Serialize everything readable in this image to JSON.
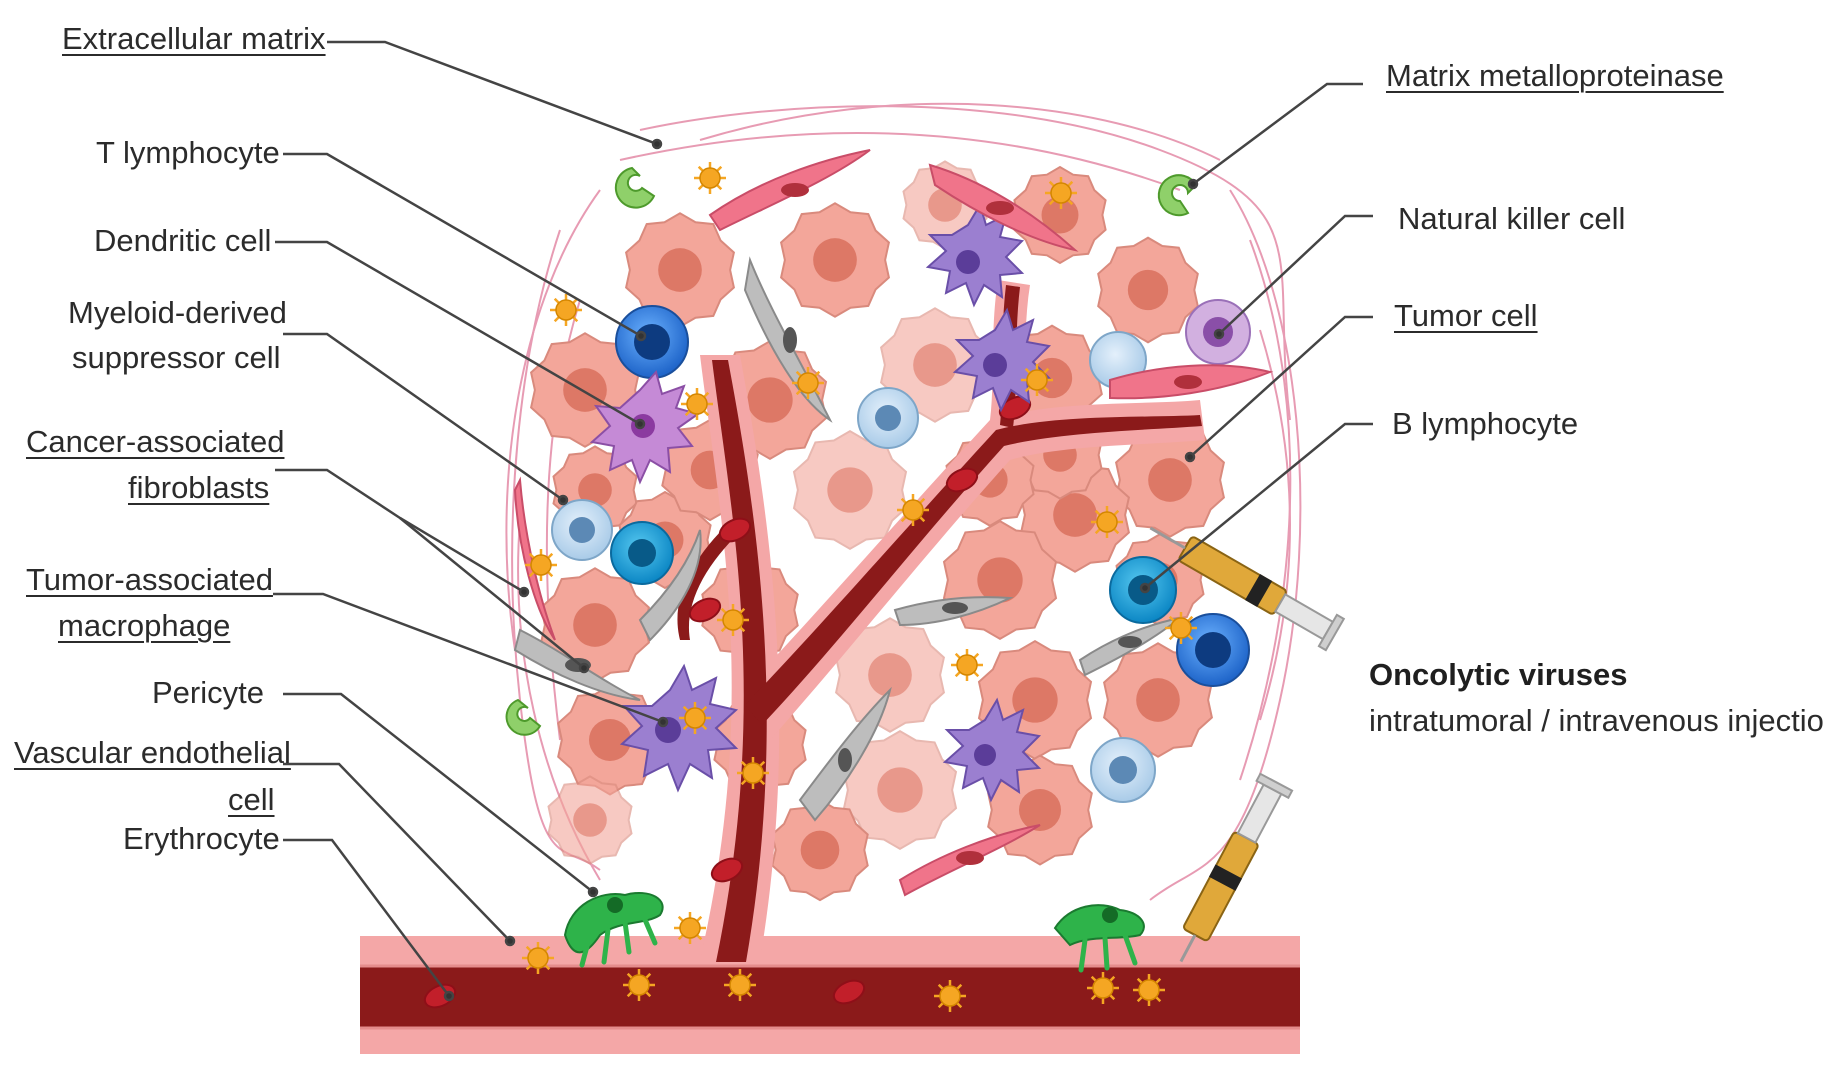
{
  "labels": {
    "extracellular_matrix": "Extracellular matrix",
    "t_lymphocyte": "T lymphocyte",
    "dendritic_cell": "Dendritic cell",
    "mdsc_line1": "Myeloid-derived",
    "mdsc_line2": "suppressor cell",
    "caf_line1": "Cancer-associated",
    "caf_line2": "fibroblasts",
    "tam_line1": "Tumor-associated",
    "tam_line2": "macrophage",
    "pericyte": "Pericyte",
    "vec_line1": "Vascular endothelial",
    "vec_line2": "cell",
    "erythrocyte": "Erythrocyte",
    "mmp": "Matrix metalloproteinase",
    "nk_cell": "Natural killer cell",
    "tumor_cell": "Tumor cell",
    "b_lymphocyte": "B lymphocyte",
    "oncolytic_title": "Oncolytic viruses",
    "oncolytic_sub": "intratumoral / intravenous injection"
  },
  "colors": {
    "tumor_cell": "#f3a69a",
    "tumor_nucleus": "#dd7866",
    "vessel_blood": "#8b1a1a",
    "vessel_wall": "#f4a7a7",
    "fibroblast": "#f0748a",
    "caf": "#bdbdbd",
    "t_cell": "#3a86e0",
    "b_cell": "#1fa1d8",
    "macrophage": "#9b7fd0",
    "dendritic": "#b070c0",
    "nk_cell": "#c8a6d8",
    "pericyte": "#2eb34a",
    "mmp": "#8fd06a",
    "virus": "#f5a623",
    "ecm_fiber": "#e07a9a",
    "leader_line": "#444444"
  },
  "icons": [
    "syringe-icon",
    "virus-icon",
    "mmp-icon"
  ]
}
